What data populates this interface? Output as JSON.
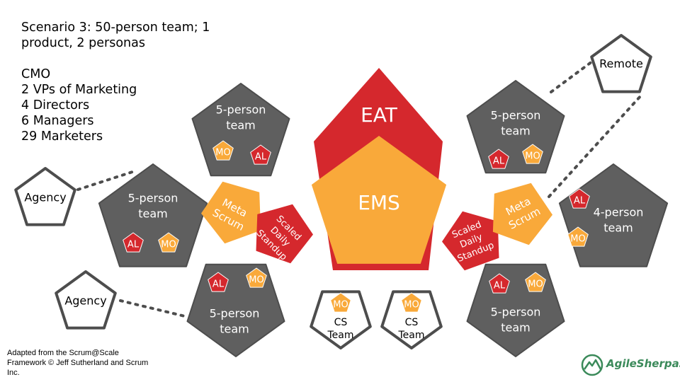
{
  "heading": "Scenario 3: 50-person team; 1\nproduct, 2 personas",
  "roles": [
    "CMO",
    "2 VPs of Marketing",
    "4 Directors",
    "6 Managers",
    "29 Marketers"
  ],
  "eat_label": "EAT",
  "ems_label": "EMS",
  "meta_scrum_label": "Meta\nScrum",
  "scaled_daily_standup_label": "Scaled\nDaily\nStandup",
  "teams": {
    "top_left": "5-person\nteam",
    "mid_left": "5-person\nteam",
    "bottom_left": "5-person\nteam",
    "top_right": "5-person\nteam",
    "mid_right": "4-person\nteam",
    "bottom_right": "5-person\nteam"
  },
  "role_badges": {
    "mo": "MO",
    "al": "AL"
  },
  "cs_team_label": "CS\nTeam",
  "external": {
    "agency": "Agency",
    "remote": "Remote"
  },
  "attribution": "Adapted from the Scrum@Scale Framework © Jeff Sutherland and Scrum Inc.",
  "brand": "AgileSherpas",
  "colors": {
    "team_gray": "#5f5f5f",
    "red": "#d5282d",
    "orange": "#f9a93a",
    "outline": "#4d4d4d",
    "brand_green": "#3b8a5a"
  }
}
